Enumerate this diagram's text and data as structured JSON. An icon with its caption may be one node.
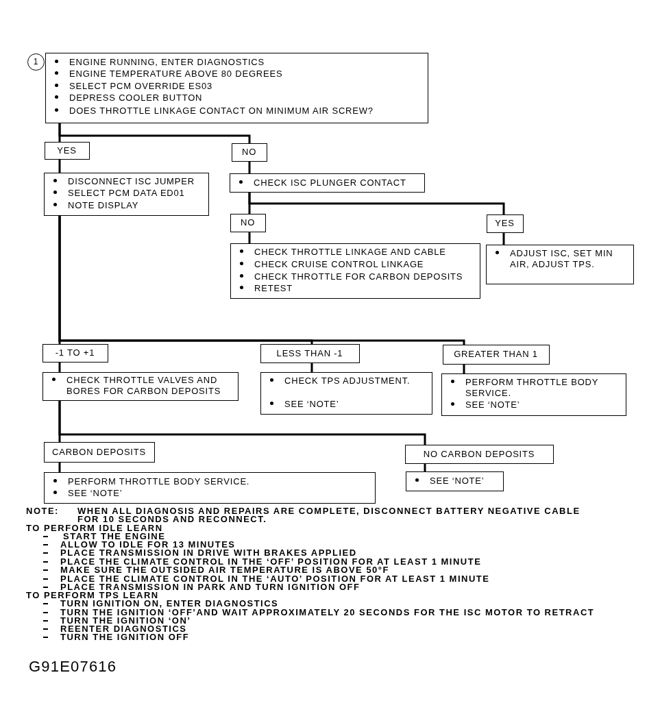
{
  "diagram": {
    "nodes": [
      {
        "text": [
          "1"
        ]
      },
      {
        "text": [
          "ENGINE RUNNING, ENTER DIAGNOSTICS",
          "ENGINE TEMPERATURE ABOVE 80 DEGREES",
          "SELECT PCM OVERRIDE ES03",
          "DEPRESS COOLER BUTTON",
          "DOES THROTTLE LINKAGE CONTACT ON MINIMUM AIR SCREW?"
        ]
      },
      {
        "text": [
          "YES"
        ]
      },
      {
        "text": [
          "NO"
        ]
      },
      {
        "text": [
          "DISCONNECT ISC JUMPER",
          "SELECT PCM DATA ED01",
          "NOTE DISPLAY"
        ]
      },
      {
        "text": [
          "CHECK ISC PLUNGER CONTACT"
        ]
      },
      {
        "text": [
          "NO"
        ]
      },
      {
        "text": [
          "YES"
        ]
      },
      {
        "text": [
          "CHECK THROTTLE LINKAGE AND CABLE",
          "CHECK CRUISE CONTROL LINKAGE",
          "CHECK THROTTLE FOR CARBON DEPOSITS",
          "RETEST"
        ]
      },
      {
        "text": [
          "ADJUST ISC, SET MIN AIR, ADJUST TPS."
        ]
      },
      {
        "text": [
          "-1 TO +1"
        ]
      },
      {
        "text": [
          "LESS THAN -1"
        ]
      },
      {
        "text": [
          "GREATER THAN 1"
        ]
      },
      {
        "text": [
          "CHECK THROTTLE VALVES AND BORES FOR CARBON DEPOSITS"
        ]
      },
      {
        "text": [
          "CHECK TPS ADJUSTMENT.",
          "SEE ‘NOTE’"
        ]
      },
      {
        "text": [
          "PERFORM THROTTLE BODY SERVICE.",
          "SEE ‘NOTE’"
        ]
      },
      {
        "text": [
          "CARBON DEPOSITS"
        ]
      },
      {
        "text": [
          "NO CARBON DEPOSITS"
        ]
      },
      {
        "text": [
          "PERFORM THROTTLE BODY SERVICE.",
          "SEE ‘NOTE’"
        ]
      },
      {
        "text": [
          "SEE ‘NOTE’"
        ]
      }
    ],
    "edges": [
      {
        "from": 1,
        "to": 2,
        "arrow": "none"
      },
      {
        "from": 1,
        "to": 3,
        "arrow": "none"
      },
      {
        "from": 2,
        "to": 4,
        "arrow": "none"
      },
      {
        "from": 3,
        "to": 5,
        "arrow": "none"
      },
      {
        "from": 5,
        "to": 6,
        "arrow": "none"
      },
      {
        "from": 5,
        "to": 7,
        "arrow": "none"
      },
      {
        "from": 6,
        "to": 8,
        "arrow": "none"
      },
      {
        "from": 7,
        "to": 9,
        "arrow": "none"
      },
      {
        "from": 4,
        "to": 10,
        "arrow": "none"
      },
      {
        "from": 4,
        "to": 11,
        "arrow": "none"
      },
      {
        "from": 4,
        "to": 12,
        "arrow": "none"
      },
      {
        "from": 10,
        "to": 13,
        "arrow": "none"
      },
      {
        "from": 11,
        "to": 14,
        "arrow": "none"
      },
      {
        "from": 12,
        "to": 15,
        "arrow": "none"
      },
      {
        "from": 13,
        "to": 16,
        "arrow": "none"
      },
      {
        "from": 13,
        "to": 17,
        "arrow": "none"
      },
      {
        "from": 16,
        "to": 18,
        "arrow": "none"
      },
      {
        "from": 17,
        "to": 19,
        "arrow": "none"
      }
    ],
    "labels": [
      "NOTE:",
      "WHEN ALL DIAGNOSIS AND REPAIRS ARE COMPLETE, DISCONNECT BATTERY NEGATIVE CABLE FOR 10 SECONDS AND RECONNECT.",
      "TO PERFORM IDLE LEARN",
      "START THE ENGINE",
      "ALLOW TO IDLE FOR 13 MINUTES",
      "PLACE TRANSMISSION IN DRIVE WITH BRAKES APPLIED",
      "PLACE THE CLIMATE CONTROL IN THE ‘OFF’ POSITION FOR AT LEAST 1 MINUTE",
      "MAKE SURE THE OUTSIDED AIR TEMPERATURE IS ABOVE 50°F",
      "PLACE THE CLIMATE CONTROL IN THE ‘AUTO’ POSITION FOR AT LEAST 1 MINUTE",
      "PLACE TRANSMISSION IN PARK AND TURN IGNITION OFF",
      "TO PERFORM TPS LEARN",
      "TURN IGNITION ON, ENTER DIAGNOSTICS",
      "TURN THE IGNITION ‘OFF’AND WAIT APPROXIMATELY 20 SECONDS FOR THE ISC MOTOR TO RETRACT",
      "TURN THE IGNITION ‘ON’",
      "REENTER DIAGNOSTICS",
      "TURN THE IGNITION OFF",
      "G91E07616"
    ]
  }
}
